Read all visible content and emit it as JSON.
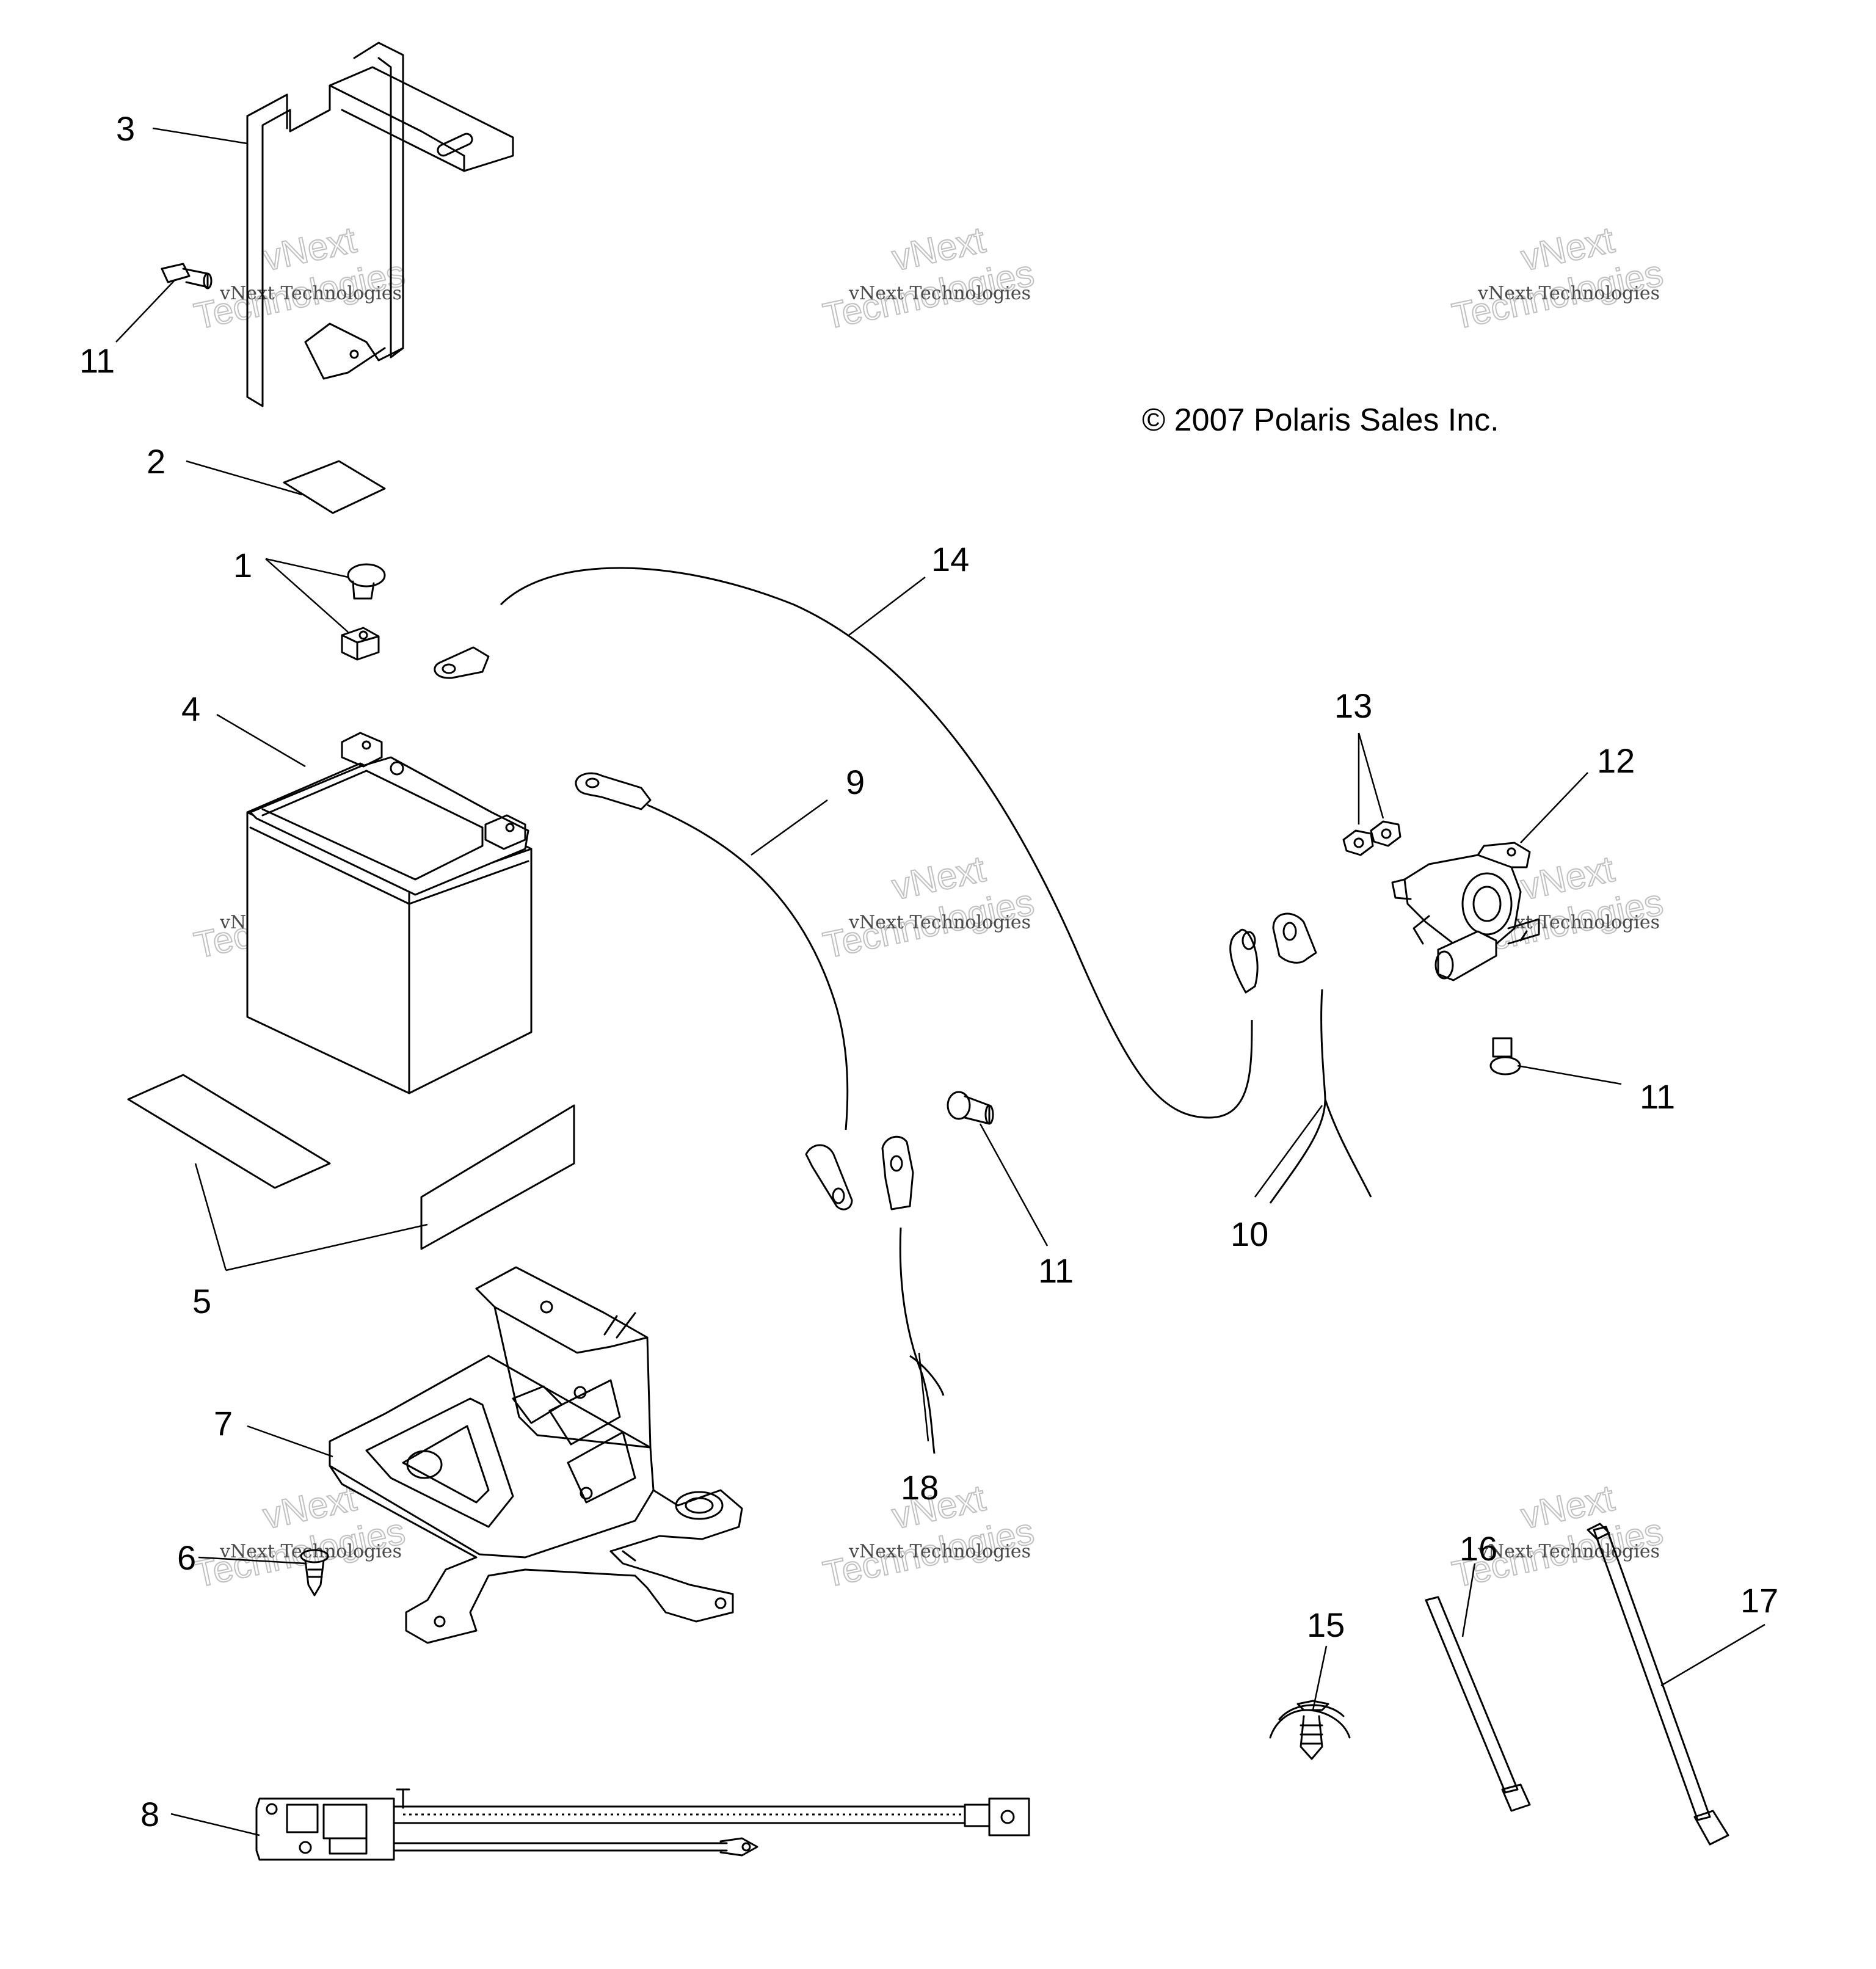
{
  "diagram": {
    "copyright": "© 2007 Polaris Sales Inc.",
    "watermark": {
      "line1": "vNext Technologies",
      "line2": "vNext",
      "line3": "Technologies"
    },
    "callouts": {
      "c1": "1",
      "c2": "2",
      "c3": "3",
      "c4": "4",
      "c5": "5",
      "c6": "6",
      "c7": "7",
      "c8": "8",
      "c9": "9",
      "c10": "10",
      "c11a": "11",
      "c11b": "11",
      "c11c": "11",
      "c12": "12",
      "c13": "13",
      "c14": "14",
      "c15": "15",
      "c16": "16",
      "c17": "17",
      "c18": "18"
    }
  }
}
